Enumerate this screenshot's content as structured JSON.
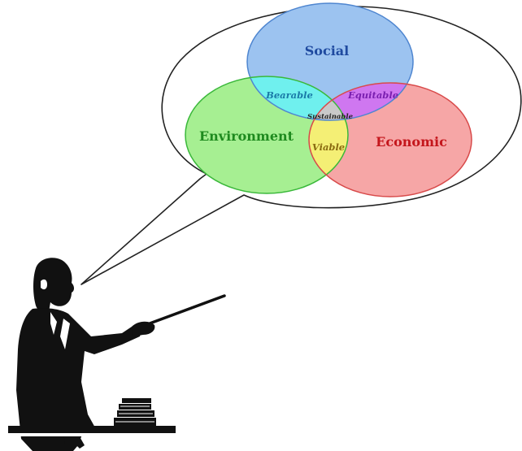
{
  "diagram": {
    "circles": {
      "social": {
        "label": "Social",
        "fill": "#9cc3f0",
        "stroke": "#4f86d0",
        "text_color": "#1f4aa0"
      },
      "environment": {
        "label": "Environment",
        "fill": "#a6ef92",
        "stroke": "#3ab83a",
        "text_color": "#1e8a1e"
      },
      "economic": {
        "label": "Economic",
        "fill": "#f6a6a6",
        "stroke": "#d84a4a",
        "text_color": "#c4161c"
      }
    },
    "overlaps": {
      "bearable": {
        "label": "Bearable",
        "fill": "#6ff0ee",
        "text_color": "#1a7aa8"
      },
      "equitable": {
        "label": "Equitable",
        "fill": "#cf77f0",
        "text_color": "#7a1fb0"
      },
      "viable": {
        "label": "Viable",
        "fill": "#f4ef75",
        "text_color": "#8a6a10"
      },
      "sustainable": {
        "label": "Sustainable",
        "fill": "#c9c9c9",
        "text_color": "#222222"
      }
    },
    "bubble": {
      "fill": "#ffffff",
      "stroke": "#222222"
    },
    "figure": {
      "description_icon": "presenter-with-pointer-icon",
      "color": "#111111"
    }
  }
}
